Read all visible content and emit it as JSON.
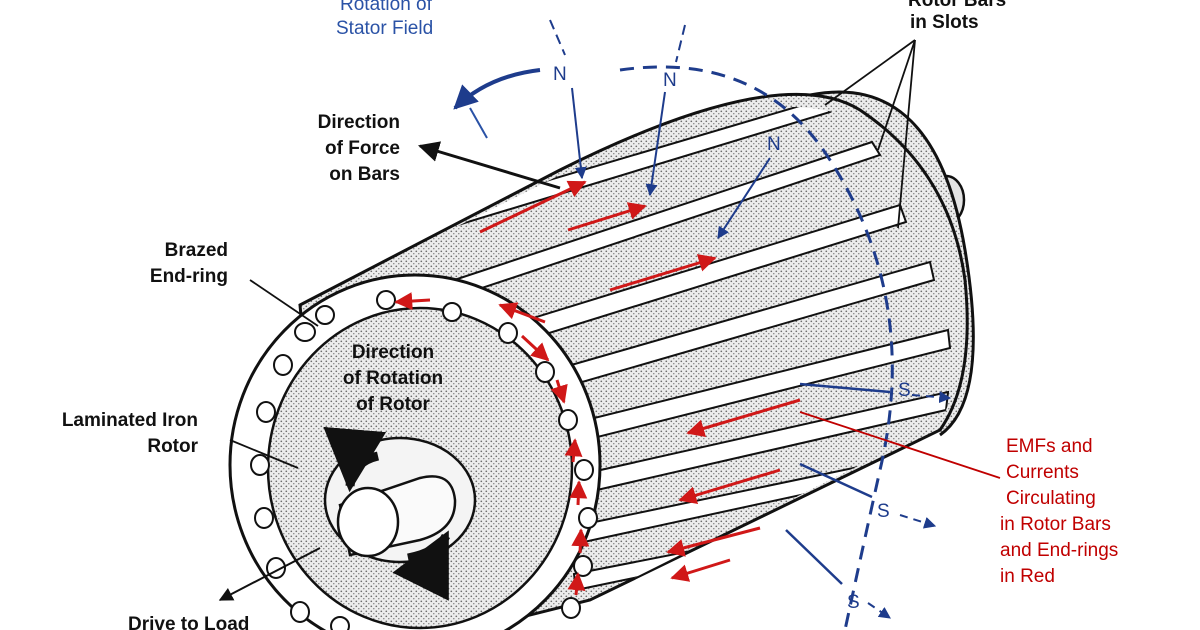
{
  "labels": {
    "stator_field": [
      "Rotation of",
      "Stator Field"
    ],
    "rotor_bars": [
      "Rotor Bars",
      "in Slots"
    ],
    "force": [
      "Direction",
      "of Force",
      "on Bars"
    ],
    "endring": [
      "Brazed",
      "End-ring"
    ],
    "rotation": [
      "Direction",
      "of Rotation",
      "of Rotor"
    ],
    "iron": [
      "Laminated Iron",
      "Rotor"
    ],
    "drive": "Drive to Load",
    "emf": [
      "EMFs and",
      "Currents",
      "Circulating",
      "in Rotor Bars",
      "and End-rings",
      "in Red"
    ]
  },
  "poles": {
    "north": "N",
    "south": "S"
  },
  "colors": {
    "field_blue": "#1e3c8c",
    "label_blue": "#2a52a6",
    "current_red": "#d01818",
    "stipple": "#9a9a9a"
  }
}
